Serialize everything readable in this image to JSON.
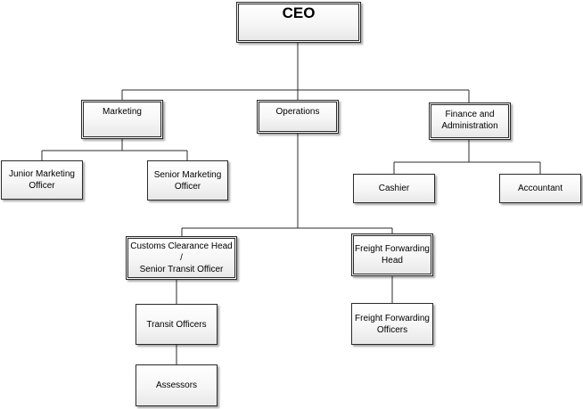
{
  "diagram": {
    "nodes": [
      {
        "id": "ceo",
        "label": "CEO"
      },
      {
        "id": "marketing",
        "label": "Marketing"
      },
      {
        "id": "operations",
        "label": "Operations"
      },
      {
        "id": "finance",
        "label": "Finance and\nAdministration"
      },
      {
        "id": "junior_marketing",
        "label": "Junior Marketing\nOfficer"
      },
      {
        "id": "senior_marketing",
        "label": "Senior Marketing\nOfficer"
      },
      {
        "id": "cashier",
        "label": "Cashier"
      },
      {
        "id": "accountant",
        "label": "Accountant"
      },
      {
        "id": "customs",
        "label": "Customs Clearance Head /\nSenior Transit Officer"
      },
      {
        "id": "freight_head",
        "label": "Freight Forwarding\nHead"
      },
      {
        "id": "transit_officers",
        "label": "Transit Officers"
      },
      {
        "id": "freight_officers",
        "label": "Freight Forwarding\nOfficers"
      },
      {
        "id": "assessors",
        "label": "Assessors"
      }
    ],
    "edges": [
      {
        "from": "ceo",
        "to": "marketing"
      },
      {
        "from": "ceo",
        "to": "operations"
      },
      {
        "from": "ceo",
        "to": "finance"
      },
      {
        "from": "marketing",
        "to": "junior_marketing"
      },
      {
        "from": "marketing",
        "to": "senior_marketing"
      },
      {
        "from": "finance",
        "to": "cashier"
      },
      {
        "from": "finance",
        "to": "accountant"
      },
      {
        "from": "operations",
        "to": "customs"
      },
      {
        "from": "operations",
        "to": "freight_head"
      },
      {
        "from": "customs",
        "to": "transit_officers"
      },
      {
        "from": "transit_officers",
        "to": "assessors"
      },
      {
        "from": "freight_head",
        "to": "freight_officers"
      }
    ]
  }
}
